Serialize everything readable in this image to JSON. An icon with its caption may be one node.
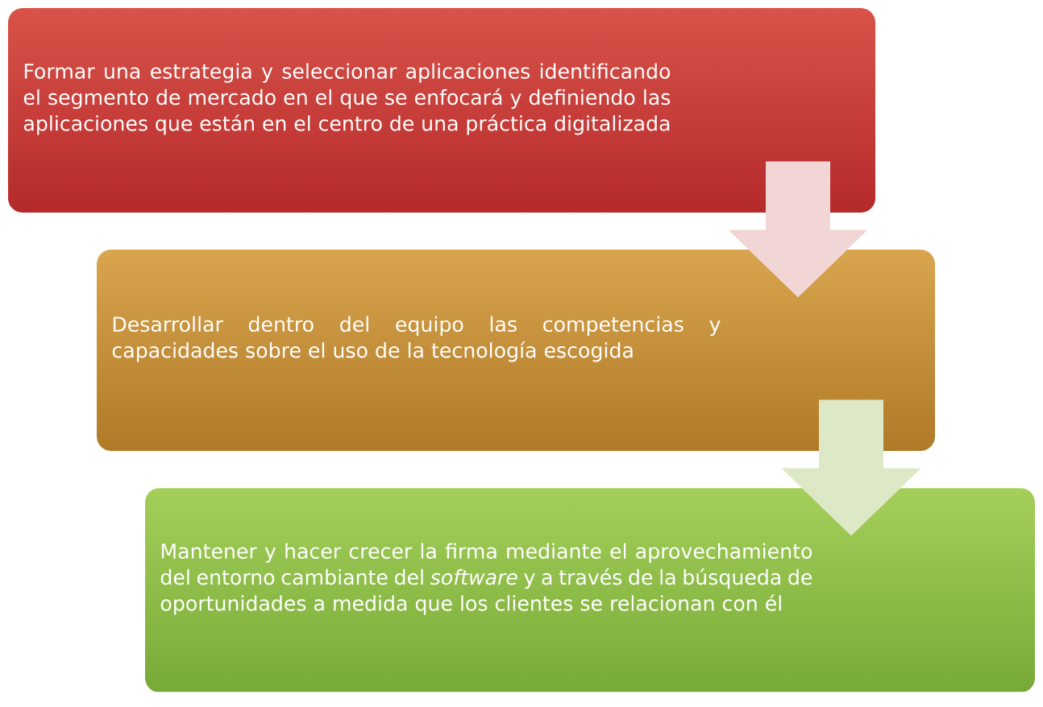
{
  "diagram": {
    "nodes": [
      {
        "text": [
          "Formar una estrategia y seleccionar aplicaciones identificando el segmento de mercado en el que se enfocará y definiendo las aplicaciones que están en el centro de una práctica digitalizada"
        ]
      },
      {
        "text": [
          "Desarrollar dentro del equipo las competencias y capacidades sobre el uso de la tecnología escogida"
        ]
      },
      {
        "text": [
          "Mantener y hacer crecer la firma mediante el aprovechamiento del entorno cambiante del *software* y a través de la búsqueda de oportunidades a medida que los clientes se relacionan con él"
        ]
      }
    ],
    "edges": [
      {
        "from": 0,
        "to": 1,
        "arrow": "to"
      },
      {
        "from": 1,
        "to": 2,
        "arrow": "to"
      }
    ]
  }
}
